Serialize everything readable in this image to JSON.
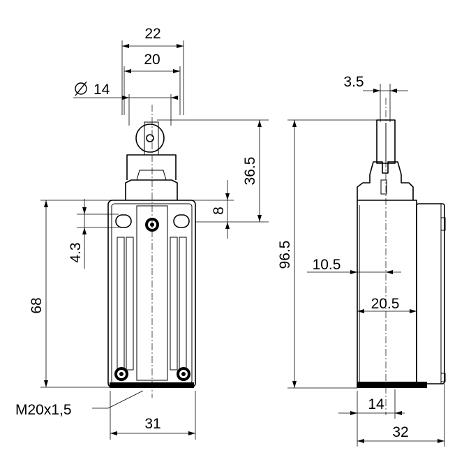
{
  "drawing": {
    "front_view": {
      "dim_total_width_top": "22",
      "dim_width_head": "20",
      "dim_roller_diameter_symbol": "Ø",
      "dim_roller_diameter": "14",
      "dim_actuator_height": "36.5",
      "dim_head_offset": "8",
      "dim_hole_offset": "4.3",
      "dim_body_height": "68",
      "thread_label": "M20x1,5",
      "dim_body_width": "31"
    },
    "side_view": {
      "dim_plunger_width": "3.5",
      "dim_total_height": "96.5",
      "dim_plunger_offset": "10.5",
      "dim_body_depth": "20.5",
      "dim_base_width": "14",
      "dim_total_depth": "32"
    }
  }
}
